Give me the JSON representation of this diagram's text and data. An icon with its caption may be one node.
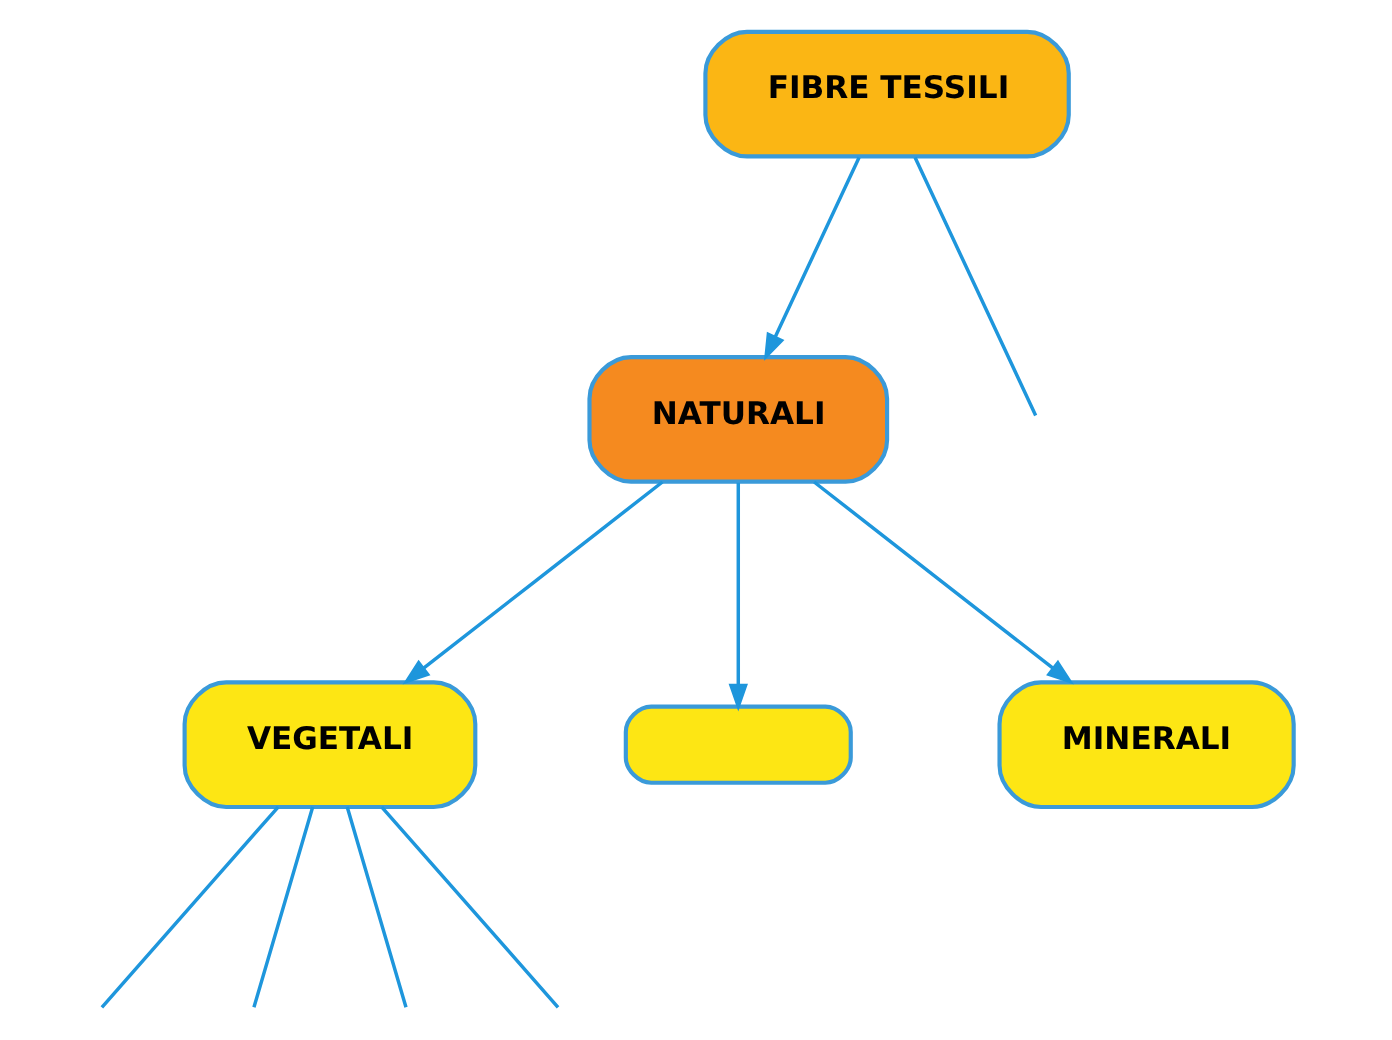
{
  "diagram": {
    "nodes": [
      {
        "text": [
          "FIBRE TESSILI"
        ]
      },
      {
        "text": [
          "NATURALI"
        ]
      },
      {
        "text": [
          "VEGETALI"
        ]
      },
      {
        "text": [],
        "shape": "box"
      },
      {
        "text": [
          "MINERALI"
        ]
      }
    ],
    "edges": [
      {
        "from": 0,
        "to": 1,
        "arrow": "to"
      },
      {
        "from": 0,
        "to": null,
        "arrow": "none"
      },
      {
        "from": 1,
        "to": 2,
        "arrow": "to"
      },
      {
        "from": 1,
        "to": 3,
        "arrow": "to"
      },
      {
        "from": 1,
        "to": 4,
        "arrow": "to"
      },
      {
        "from": 2,
        "to": null,
        "arrow": "none"
      },
      {
        "from": 2,
        "to": null,
        "arrow": "none"
      },
      {
        "from": 2,
        "to": null,
        "arrow": "none"
      },
      {
        "from": 2,
        "to": null,
        "arrow": "none"
      }
    ]
  }
}
